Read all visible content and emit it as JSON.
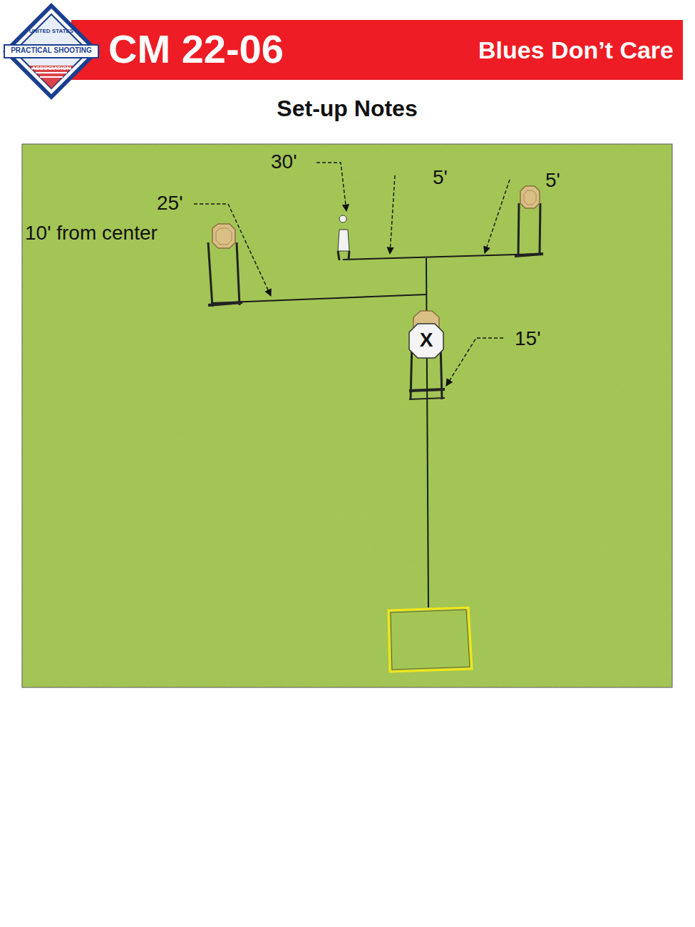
{
  "diagram": {
    "title": "CM 22-06",
    "labels": [
      "Blues Don’t Care",
      "Set-up Notes",
      "30'",
      "5'",
      "5'",
      "25'",
      "10' from center",
      "15'",
      "X",
      "UNITED STATES",
      "PRACTICAL SHOOTING",
      "ASSOCIATION"
    ]
  }
}
